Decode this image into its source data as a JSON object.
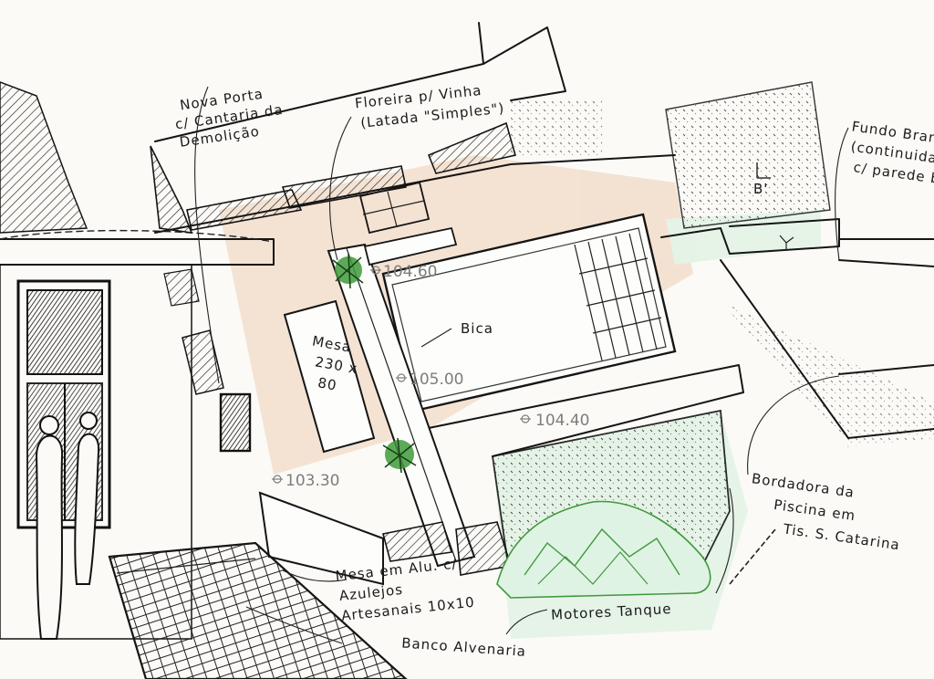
{
  "labels": {
    "nova_porta": [
      "Nova Porta",
      "c/ Cantaria da",
      "Demolição"
    ],
    "floreira": [
      "Floreira p/ Vinha",
      "(Latada \"Simples\")"
    ],
    "fundo_branco": [
      "Fundo Branco",
      "(continuidade",
      "c/ parede bica)"
    ],
    "section_mark": "B'",
    "bica": "Bica",
    "mesa": [
      "Mesa",
      "230 x",
      "80"
    ],
    "bordadura": [
      "Bordadora da",
      "Piscina em",
      "Tis. S. Catarina"
    ],
    "mesa_alu": [
      "Mesa em Alu. c/",
      "Azulejos",
      "Artesanais 10x10"
    ],
    "motores": "Motores Tanque",
    "banco": "Banco Alvenaria"
  },
  "elevations": [
    "104.60",
    "105.00",
    "104.40",
    "103.30"
  ],
  "colors": {
    "ink": "#151515",
    "plant_green": "#3f9a3a",
    "terrain_green": "#8fcf9c",
    "earth_orange": "#d89a6a",
    "elevation_grey": "#7d7d7d"
  }
}
